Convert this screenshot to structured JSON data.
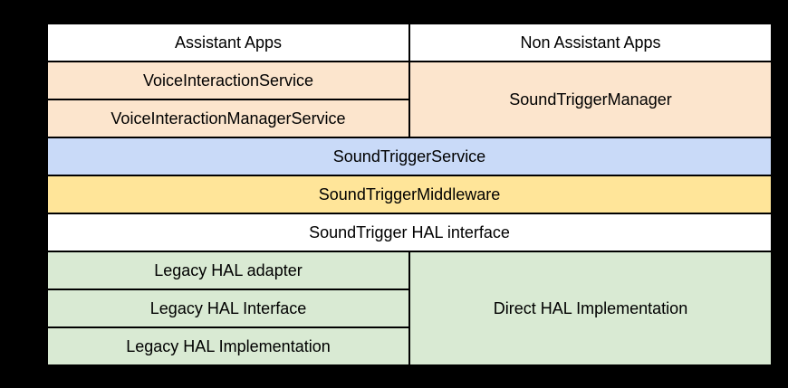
{
  "palette": {
    "background": "#000000",
    "border": "#000000",
    "text": "#000000",
    "white": "#ffffff",
    "peach": "#fce5cd",
    "blue": "#c9daf8",
    "yellow": "#ffe599",
    "green": "#d9ead3"
  },
  "diagram": {
    "cells": {
      "assistant_apps": "Assistant Apps",
      "non_assistant_apps": "Non Assistant Apps",
      "voice_interaction_service": "VoiceInteractionService",
      "voice_interaction_manager_service": "VoiceInteractionManagerService",
      "sound_trigger_manager": "SoundTriggerManager",
      "sound_trigger_service": "SoundTriggerService",
      "sound_trigger_middleware": "SoundTriggerMiddleware",
      "sound_trigger_hal_interface": "SoundTrigger HAL interface",
      "legacy_hal_adapter": "Legacy HAL adapter",
      "legacy_hal_interface": "Legacy HAL Interface",
      "legacy_hal_implementation": "Legacy HAL Implementation",
      "direct_hal_implementation": "Direct HAL Implementation"
    }
  }
}
